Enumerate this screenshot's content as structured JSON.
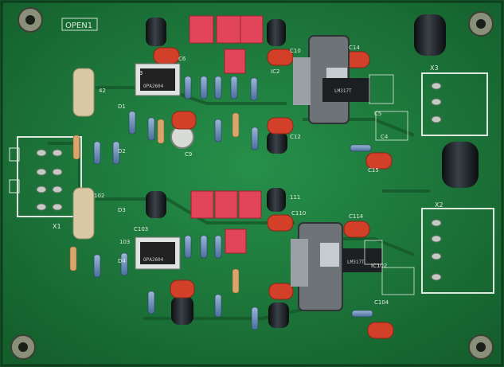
{
  "board": {
    "name": "OPEN1",
    "colors": {
      "pcb": "#1f7a3a",
      "pcb_dark": "#13592a",
      "silk": "#e6efe6",
      "pad": "#c8ccc8",
      "relay_red": "#e2455a",
      "film_cap": "#d2402a",
      "electrolytic": "#1b2024",
      "heatsink": "#6e7378"
    }
  },
  "labels": {
    "c3": "C3",
    "c6": "C6",
    "c10": "C10",
    "c14": "C14",
    "c12": "C12",
    "c4": "C4",
    "c5": "C5",
    "c15": "C15",
    "c9": "C9",
    "c110": "C110",
    "c114": "C114",
    "c104": "C104",
    "c103": "C103",
    "c11": "111",
    "ic2": "IC2",
    "ic102": "IC102",
    "d1": "D1",
    "d2": "D2",
    "d3": "D3",
    "d4": "D4",
    "x1": "X1",
    "x2": "X2",
    "x3": "X3",
    "r102": "102",
    "r103": "103",
    "c42": "42"
  },
  "chips": {
    "opamp_top": "OPA2604",
    "opamp_bottom": "OPA2604",
    "reg_top": "LM317T",
    "reg_bottom": "LM317T"
  }
}
